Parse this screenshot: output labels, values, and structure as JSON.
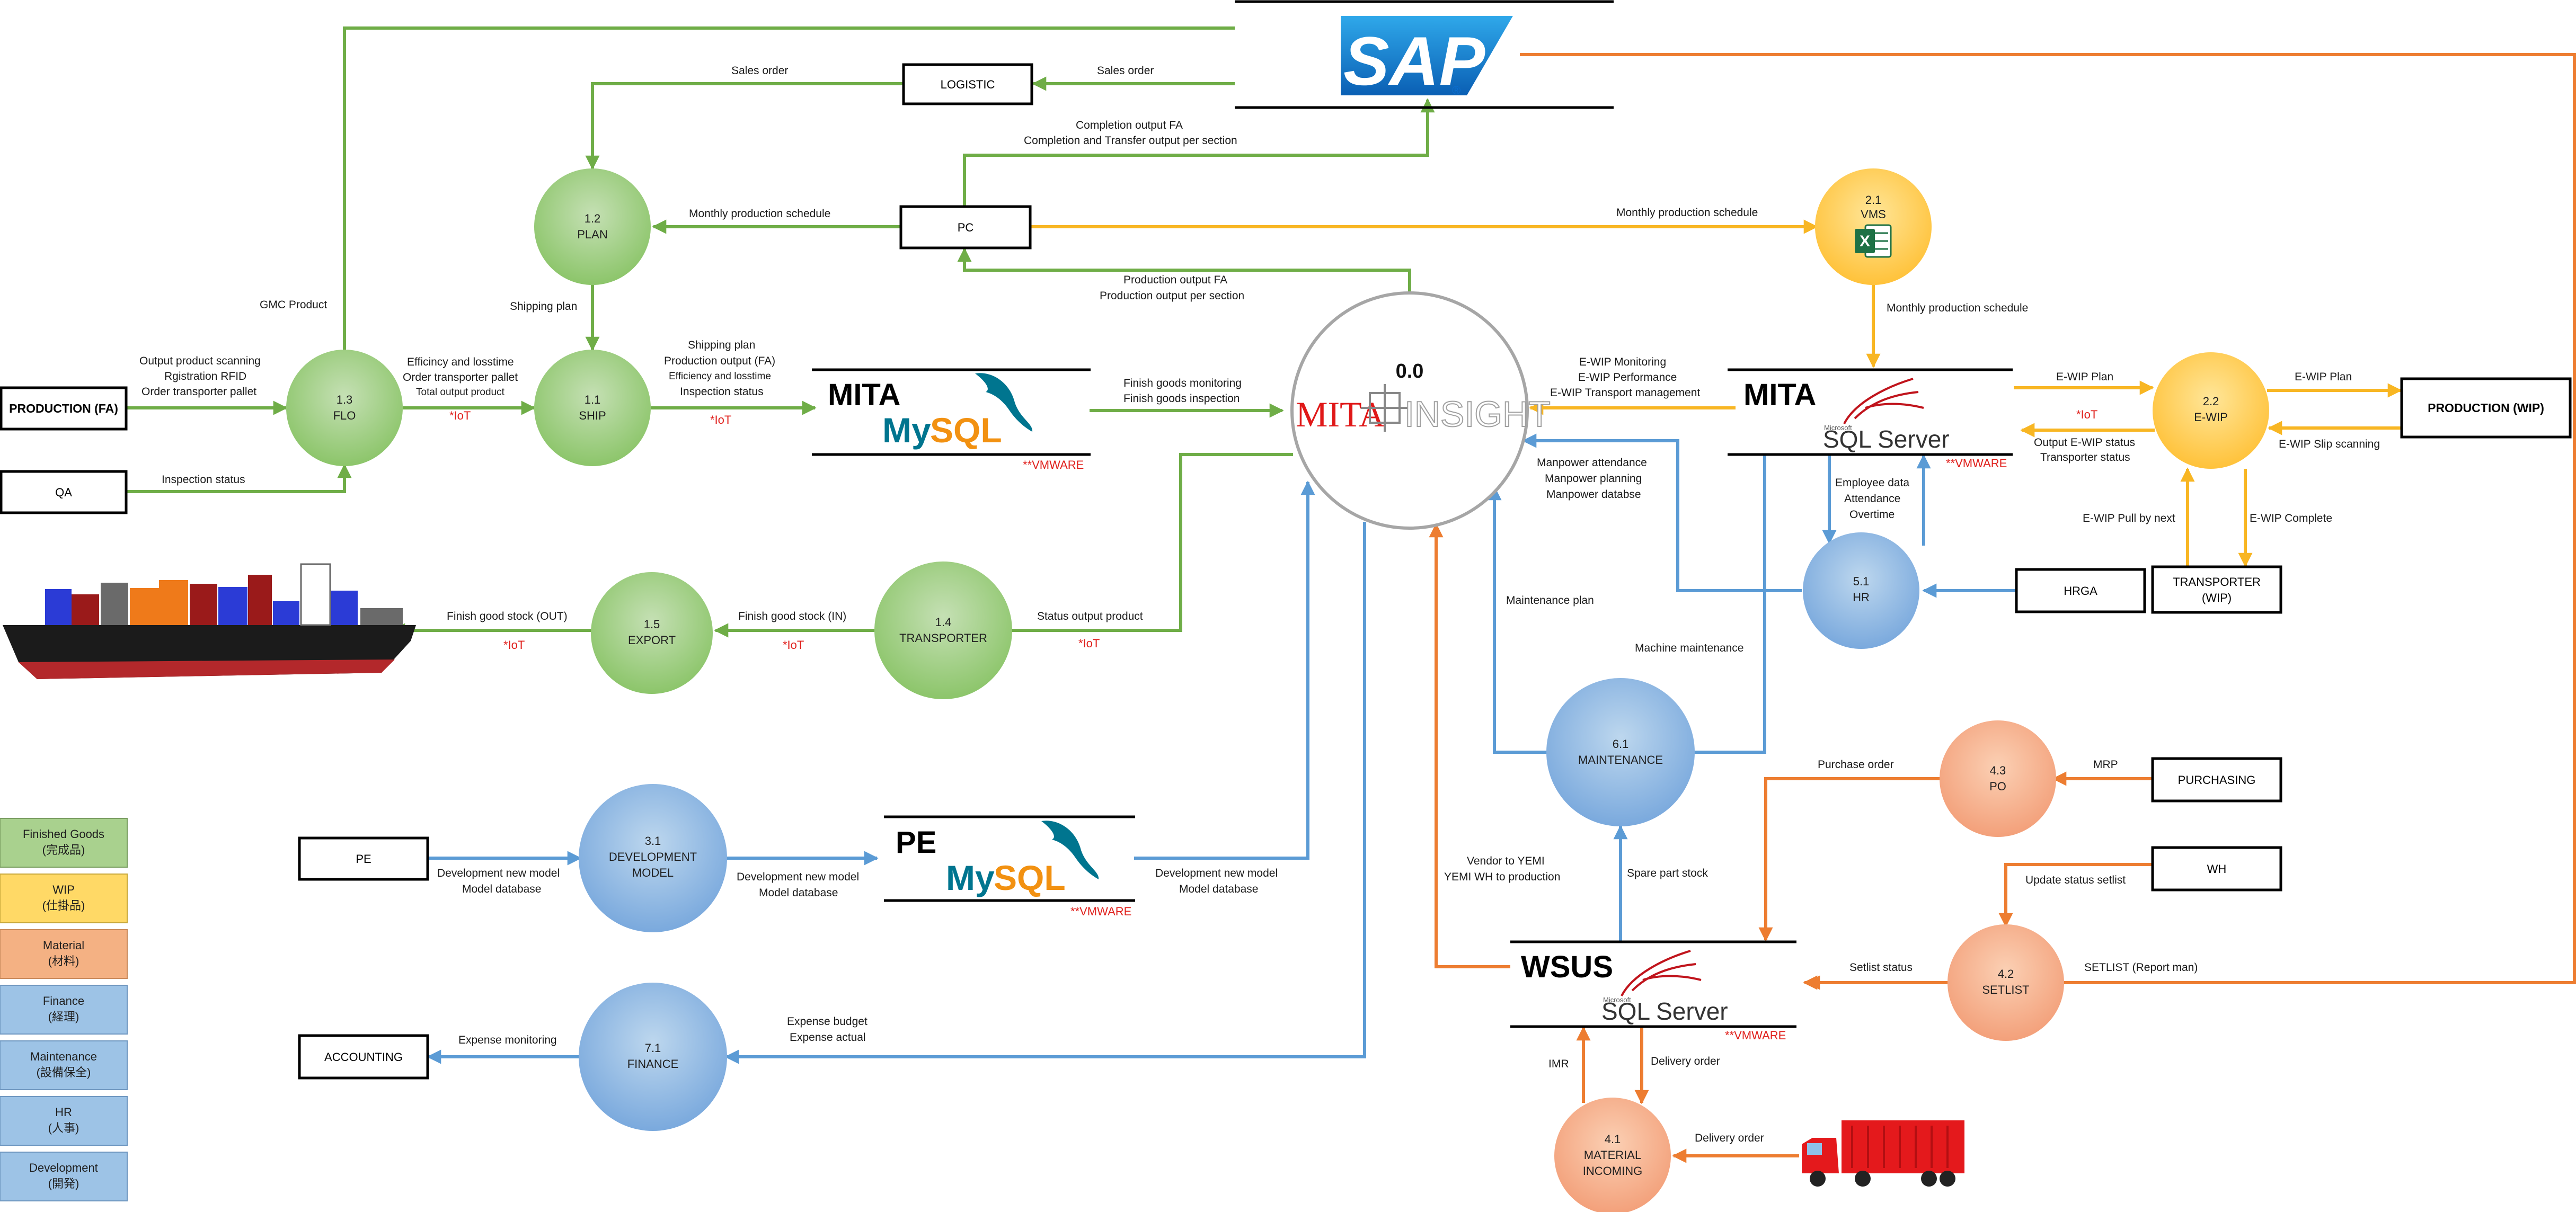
{
  "center": {
    "number": "0.0",
    "logo_left": "MITA",
    "logo_right": "INSIGHT"
  },
  "sap": {
    "logo": "SAP",
    "registered": "®"
  },
  "processes": {
    "plan": {
      "num": "1.2",
      "name": "PLAN"
    },
    "flo": {
      "num": "1.3",
      "name": "FLO"
    },
    "ship": {
      "num": "1.1",
      "name": "SHIP"
    },
    "export": {
      "num": "1.5",
      "name": "EXPORT"
    },
    "transporter": {
      "num": "1.4",
      "name": "TRANSPORTER"
    },
    "vms": {
      "num": "2.1",
      "name": "VMS"
    },
    "ewip": {
      "num": "2.2",
      "name": "E-WIP"
    },
    "hr": {
      "num": "5.1",
      "name": "HR"
    },
    "maintenance": {
      "num": "6.1",
      "name": "MAINTENANCE"
    },
    "development": {
      "num": "3.1",
      "name1": "DEVELOPMENT",
      "name2": "MODEL"
    },
    "finance": {
      "num": "7.1",
      "name": "FINANCE"
    },
    "po": {
      "num": "4.3",
      "name": "PO"
    },
    "setlist": {
      "num": "4.2",
      "name": "SETLIST"
    },
    "material": {
      "num": "4.1",
      "name1": "MATERIAL",
      "name2": "INCOMING"
    }
  },
  "entities": {
    "logistic": "LOGISTIC",
    "pc": "PC",
    "production_fa": "PRODUCTION (FA)",
    "qa": "QA",
    "production_wip": "PRODUCTION (WIP)",
    "transporter_wip_1": "TRANSPORTER",
    "transporter_wip_2": "(WIP)",
    "hrga": "HRGA",
    "purchasing": "PURCHASING",
    "wh": "WH",
    "pe": "PE",
    "accounting": "ACCOUNTING"
  },
  "stores": {
    "mita_mysql": {
      "title": "MITA",
      "db_my": "My",
      "db_sql": "SQL",
      "vm": "**VMWARE"
    },
    "mita_sqlserver": {
      "title": "MITA",
      "microsoft": "Microsoft",
      "db": "SQL Server",
      "vm": "**VMWARE"
    },
    "pe_mysql": {
      "title": "PE",
      "db_my": "My",
      "db_sql": "SQL",
      "vm": "**VMWARE"
    },
    "wsus": {
      "title": "WSUS",
      "microsoft": "Microsoft",
      "db": "SQL Server",
      "vm": "**VMWARE"
    }
  },
  "flows": {
    "sales_order_1": "Sales order",
    "sales_order_2": "Sales order",
    "completion_1": "Completion output FA",
    "completion_2": "Completion and Transfer output per section",
    "monthly_plan": "Monthly production schedule",
    "monthly_vms": "Monthly production schedule",
    "monthly_vms_down": "Monthly production schedule",
    "gmc": "GMC Product",
    "shipping_plan": "Shipping plan",
    "prod_output_1": "Production output FA",
    "prod_output_2": "Production output per section",
    "flo_in_1": "Output product scanning",
    "flo_in_2": "Rgistration RFID",
    "flo_in_3": "Order transporter pallet",
    "flo_ship_1": "Efficincy and losstime",
    "flo_ship_2": "Order transporter pallet",
    "flo_ship_3": "Total output product",
    "ship_out_1": "Shipping plan",
    "ship_out_2": "Production output (FA)",
    "ship_out_3": "Efficiency and losstime",
    "ship_out_4": "Inspection status",
    "fg_1": "Finish goods monitoring",
    "fg_2": "Finish goods inspection",
    "ewip_c_1": "E-WIP  Monitoring",
    "ewip_c_2": "E-WIP Performance",
    "ewip_c_3": "E-WIP Transport management",
    "ewip_plan_1": "E-WIP Plan",
    "ewip_plan_2": "E-WIP Plan",
    "ewip_out_1": "Output E-WIP status",
    "ewip_out_2": "Transporter status",
    "ewip_slip": "E-WIP Slip scanning",
    "ewip_pull": "E-WIP Pull by next",
    "ewip_complete": "E-WIP Complete",
    "inspection_status": "Inspection status",
    "manpower_1": "Manpower attendance",
    "manpower_2": "Manpower planning",
    "manpower_3": "Manpower databse",
    "emp_1": "Employee data",
    "emp_2": "Attendance",
    "emp_3": "Overtime",
    "status_output": "Status output product",
    "fg_in": "Finish good stock (IN)",
    "fg_out": "Finish good stock (OUT)",
    "maint_plan": "Maintenance plan",
    "machine_maint": "Machine maintenance",
    "purchase_order": "Purchase order",
    "mrp": "MRP",
    "update_setlist": "Update status setlist",
    "setlist_status": "Setlist status",
    "setlist_report": "SETLIST (Report man)",
    "vendor_1": "Vendor to YEMI",
    "vendor_2": "YEMI WH to production",
    "spare_part": "Spare part stock",
    "dev_1a": "Development new model",
    "dev_1b": "Model database",
    "dev_2a": "Development new model",
    "dev_2b": "Model database",
    "dev_3a": "Development new model",
    "dev_3b": "Model database",
    "expense_budget": "Expense budget",
    "expense_actual": "Expense actual",
    "expense_monitoring": "Expense monitoring",
    "imr": "IMR",
    "delivery_order_1": "Delivery order",
    "delivery_order_2": "Delivery order"
  },
  "iot": "*IoT",
  "legend": [
    {
      "line1": "Finished Goods",
      "line2": "(完成品)",
      "color": "#a9d18e"
    },
    {
      "line1": "WIP",
      "line2": "(仕掛品)",
      "color": "#ffd966"
    },
    {
      "line1": "Material",
      "line2": "(材料)",
      "color": "#f4b183"
    },
    {
      "line1": "Finance",
      "line2": "(経理)",
      "color": "#9dc3e6"
    },
    {
      "line1": "Maintenance",
      "line2": "(設備保全)",
      "color": "#9dc3e6"
    },
    {
      "line1": "HR",
      "line2": "(人事)",
      "color": "#9dc3e6"
    },
    {
      "line1": "Development",
      "line2": "(開発)",
      "color": "#9dc3e6"
    }
  ],
  "colors": {
    "green": "#6fad47",
    "yellow": "#f8b623",
    "blue": "#5b9bd5",
    "orange": "#ed7d31",
    "sap_blue": "#0a6ed1"
  },
  "icons": [
    "ship-icon",
    "truck-icon",
    "excel-icon",
    "mysql-dolphin-icon",
    "sqlserver-icon",
    "sap-logo"
  ]
}
